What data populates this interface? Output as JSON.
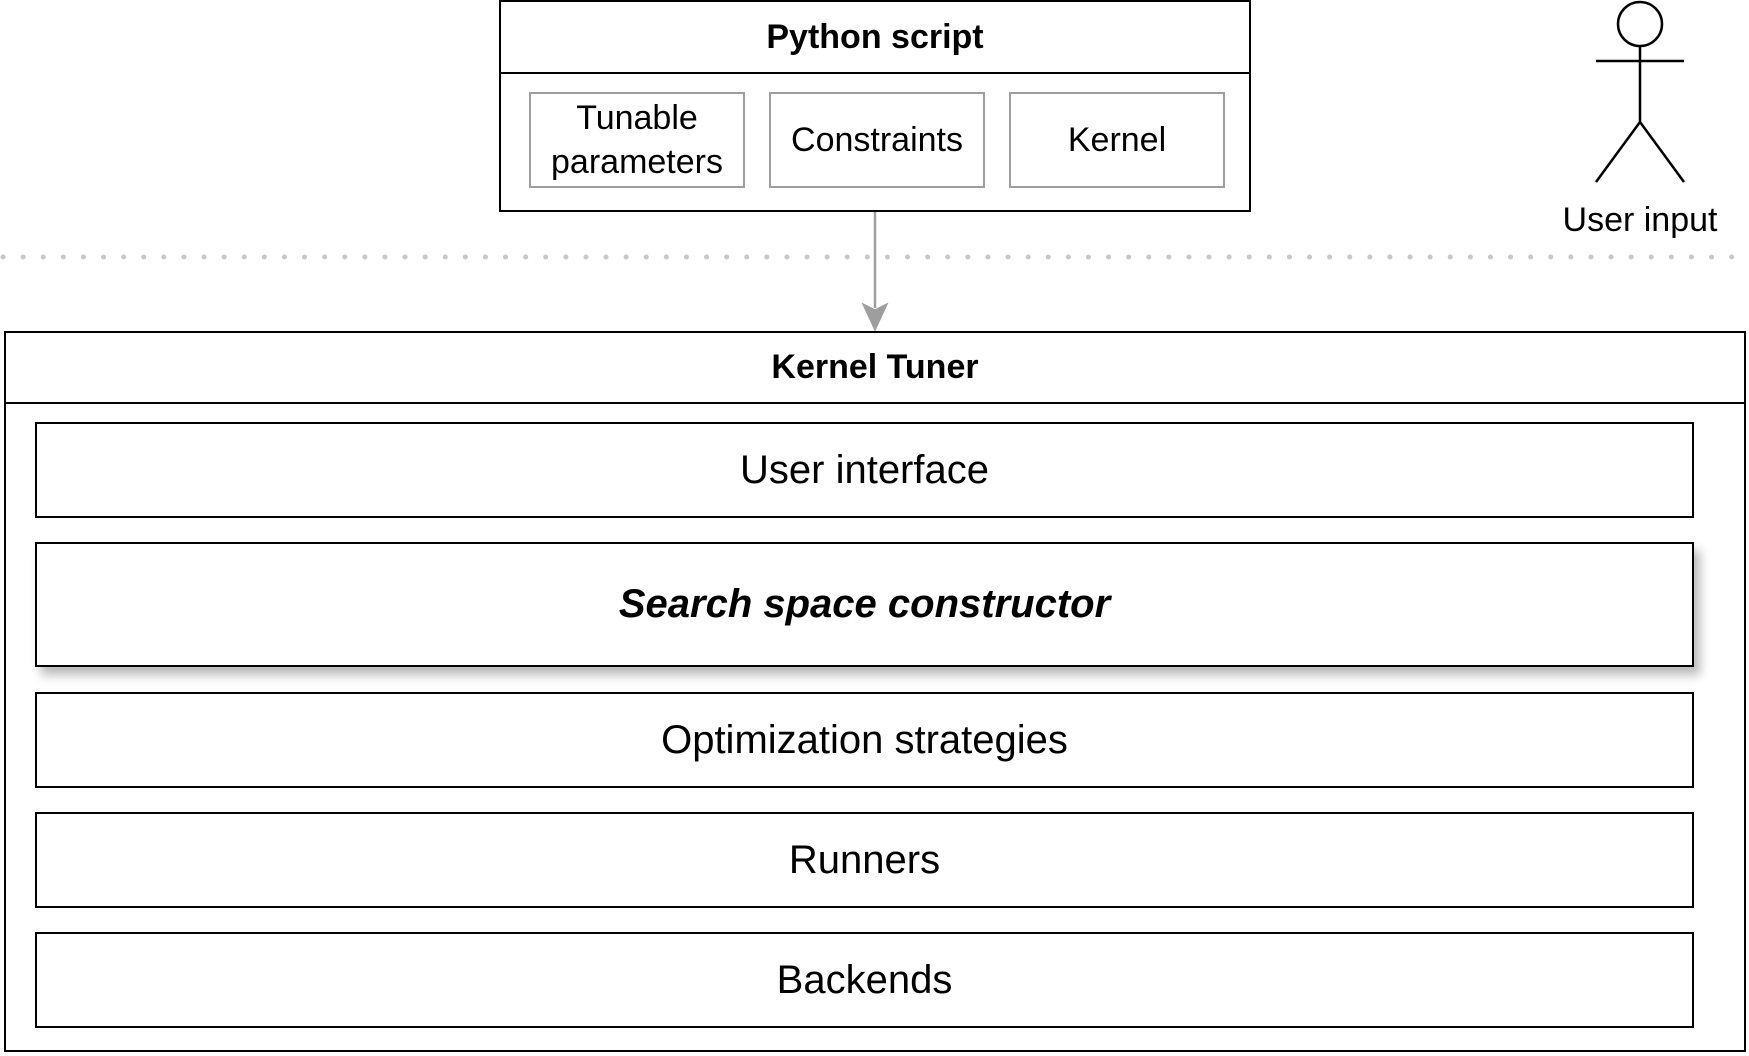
{
  "python_script": {
    "title": "Python script",
    "items": [
      "Tunable parameters",
      "Constraints",
      "Kernel"
    ]
  },
  "actor": {
    "label": "User input",
    "icon": "stick-figure-icon"
  },
  "kernel_tuner": {
    "title": "Kernel Tuner",
    "layers": [
      "User interface",
      "Search space constructor",
      "Optimization strategies",
      "Runners",
      "Backends"
    ]
  },
  "colors": {
    "box_border": "#000000",
    "secondary_border": "#9e9e9e",
    "separator": "#c8c8c8",
    "arrow": "#9e9e9e"
  }
}
